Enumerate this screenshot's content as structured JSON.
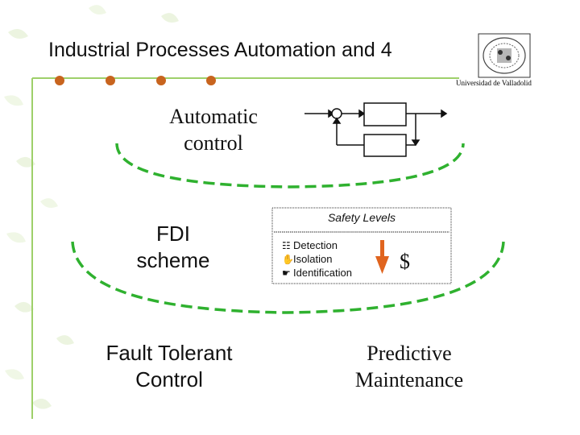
{
  "title": "Industrial Processes Automation and 4",
  "university": "Universidad de Valladolid",
  "labels": {
    "automatic_control": [
      "Automatic",
      "control"
    ],
    "fdi_scheme": [
      "FDI",
      "scheme"
    ],
    "fault_tolerant": [
      "Fault Tolerant",
      "Control"
    ],
    "predictive": [
      "Predictive",
      "Maintenance"
    ]
  },
  "safety_box": {
    "title": "Safety Levels",
    "items": [
      {
        "icon": "detection-icon",
        "label": "Detection"
      },
      {
        "icon": "isolation-icon",
        "label": "Isolation"
      },
      {
        "icon": "identification-icon",
        "label": "Identification"
      }
    ],
    "currency": "$"
  },
  "colors": {
    "dashed_arcs": "#2fb12f",
    "bullets": "#c8641e",
    "accent_line": "#9ed06a",
    "arrow": "#e0641e"
  }
}
